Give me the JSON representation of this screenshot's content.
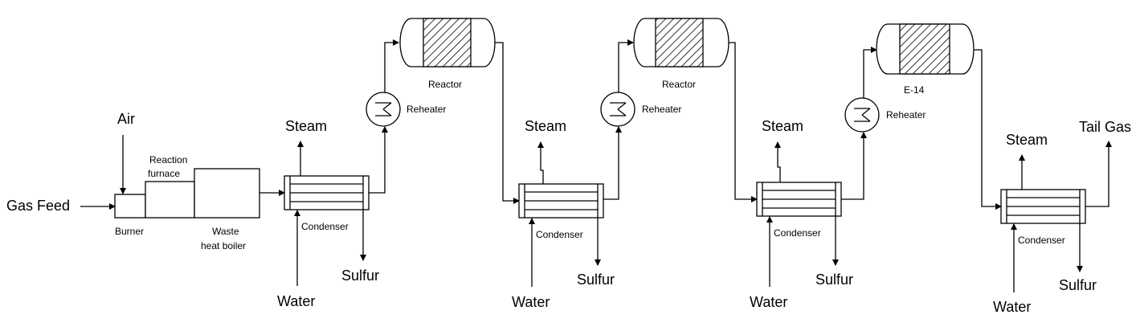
{
  "labels": {
    "gas_feed": "Gas Feed",
    "air": "Air",
    "burner": "Burner",
    "reaction_furnace_1": "Reaction",
    "reaction_furnace_2": "furnace",
    "waste_heat_boiler_1": "Waste",
    "waste_heat_boiler_2": "heat boiler",
    "tail_gas": "Tail Gas"
  },
  "stages": [
    {
      "steam": "Steam",
      "condenser": "Condenser",
      "water": "Water",
      "sulfur": "Sulfur",
      "reheater": "Reheater",
      "reactor": "Reactor"
    },
    {
      "steam": "Steam",
      "condenser": "Condenser",
      "water": "Water",
      "sulfur": "Sulfur",
      "reheater": "Reheater",
      "reactor": "Reactor"
    },
    {
      "steam": "Steam",
      "condenser": "Condenser",
      "water": "Water",
      "sulfur": "Sulfur",
      "reheater": "Reheater",
      "reactor": "E-14"
    },
    {
      "steam": "Steam",
      "condenser": "Condenser",
      "water": "Water",
      "sulfur": "Sulfur"
    }
  ]
}
